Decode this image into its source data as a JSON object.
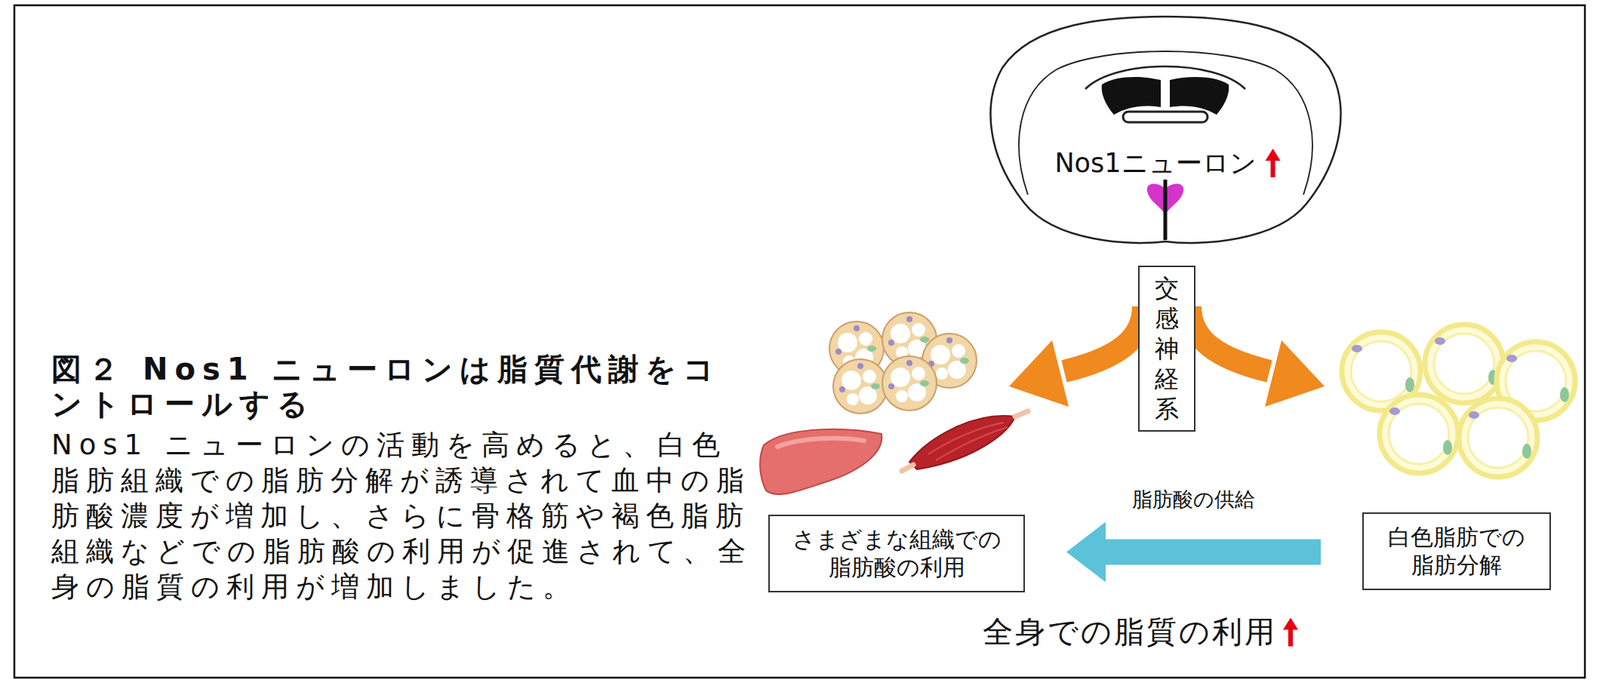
{
  "diagram": {
    "title": "図２ Nos1 ニューロンは脂質代謝をコントロールする",
    "caption": "Nos1 ニューロンの活動を高めると、白色脂肪組織での脂肪分解が誘導されて血中の脂肪酸濃度が増加し、さらに骨格筋や褐色脂肪組織などでの脂肪酸の利用が促進されて、全身の脂質の利用が増加しました。",
    "nodes": [
      {
        "text": [
          "Nos1ニューロン"
        ]
      },
      {
        "text": [
          "交感神経系"
        ]
      },
      {
        "text": [
          "さまざまな組織での 脂肪酸の利用"
        ]
      },
      {
        "text": [
          "白色脂肪での 脂肪分解"
        ]
      }
    ],
    "edges": [
      {
        "from": 3,
        "to": 2,
        "arrow": "to",
        "label": "脂肪酸の供給"
      }
    ],
    "labels": [
      "全身での脂質の利用"
    ]
  }
}
